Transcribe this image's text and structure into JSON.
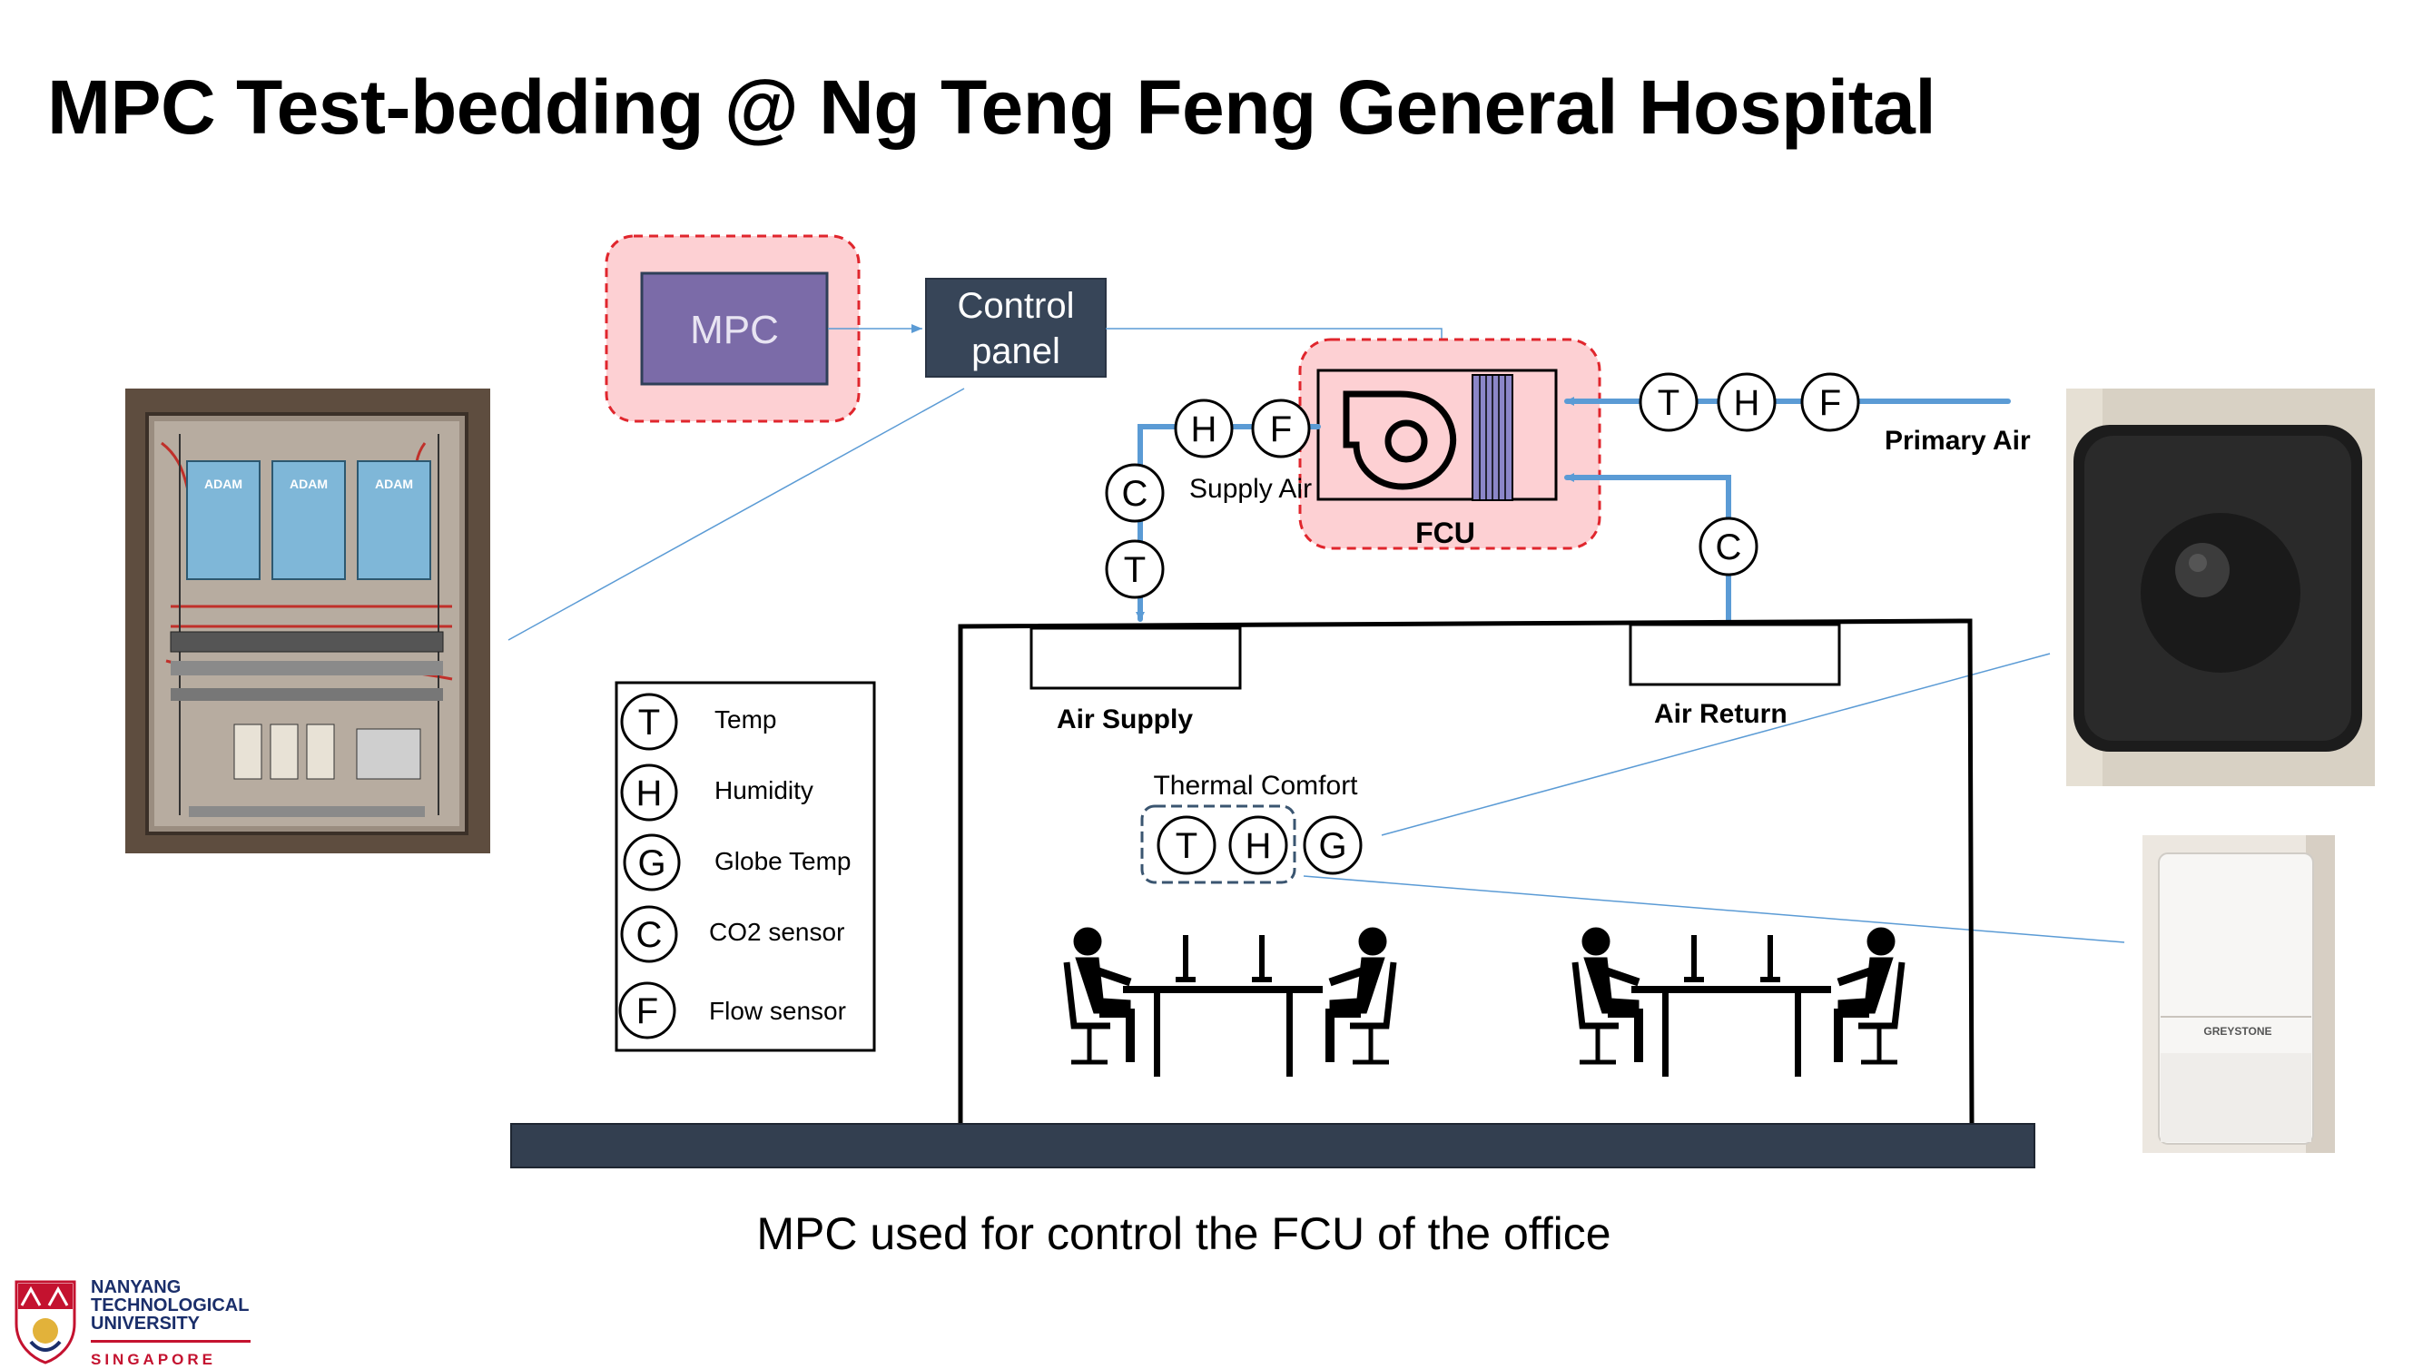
{
  "title": "MPC Test-bedding @ Ng Teng Feng General Hospital",
  "caption": "MPC used for control the FCU of the office",
  "boxes": {
    "mpc": "MPC",
    "control_panel_line1": "Control",
    "control_panel_line2": "panel",
    "fcu": "FCU"
  },
  "labels": {
    "primary_air": "Primary Air",
    "supply_air": "Supply Air",
    "air_supply": "Air Supply",
    "air_return": "Air Return",
    "thermal_comfort": "Thermal Comfort"
  },
  "sensor_letters": {
    "t": "T",
    "h": "H",
    "f": "F",
    "c": "C",
    "g": "G"
  },
  "legend": [
    {
      "symbol": "T",
      "label": "Temp"
    },
    {
      "symbol": "H",
      "label": "Humidity"
    },
    {
      "symbol": "G",
      "label": "Globe Temp"
    },
    {
      "symbol": "C",
      "label": "CO2 sensor"
    },
    {
      "symbol": "F",
      "label": "Flow sensor"
    }
  ],
  "photo_text": {
    "adam": "ADAM",
    "greystone": "GREYSTONE"
  },
  "logo": {
    "line1": "NANYANG",
    "line2": "TECHNOLOGICAL",
    "line3": "UNIVERSITY",
    "line4": "SINGAPORE"
  },
  "colors": {
    "pink_fill": "#fdd0d3",
    "red_dash": "#e0262d",
    "mpc_fill": "#7b6ba8",
    "panel_fill": "#374558",
    "pipe": "#5b9bd5",
    "floor": "#333f50"
  }
}
